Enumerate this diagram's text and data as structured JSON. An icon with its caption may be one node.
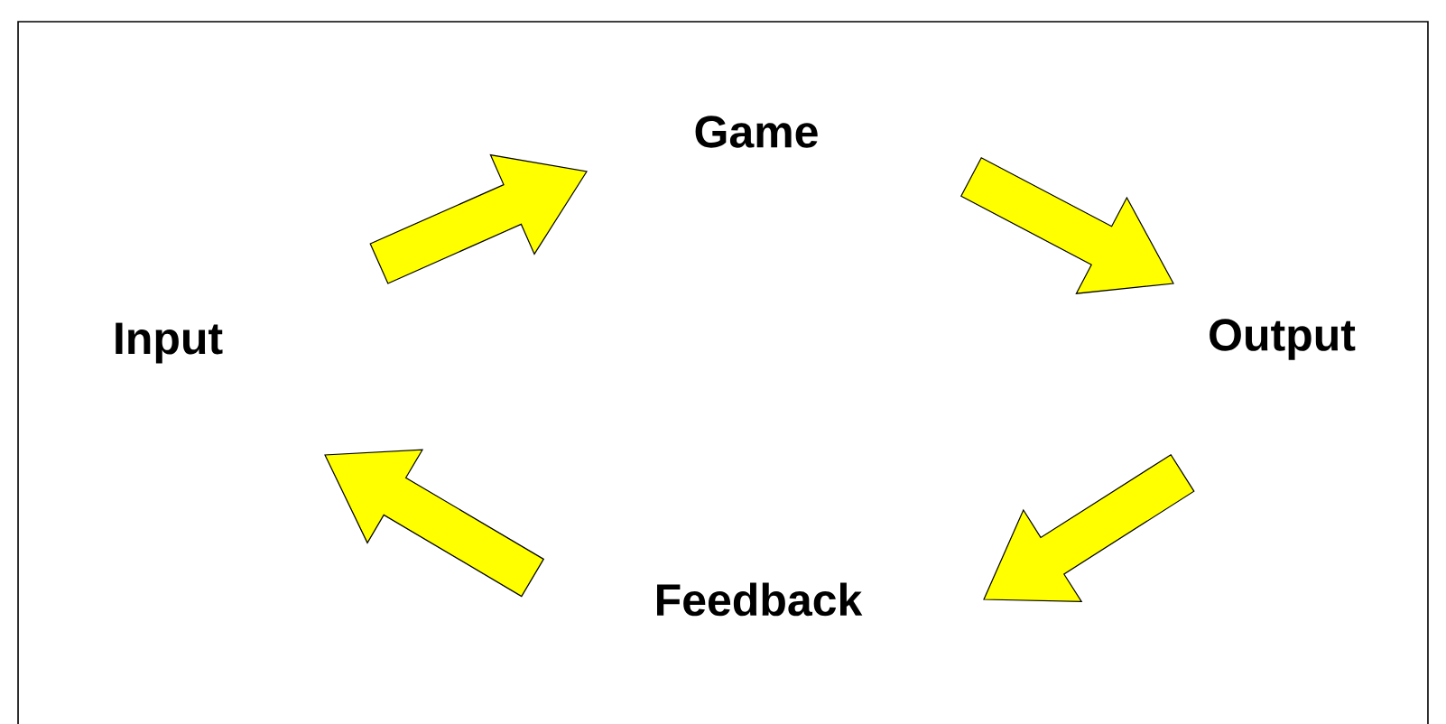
{
  "diagram": {
    "nodes": [
      {
        "text": [
          "Game"
        ]
      },
      {
        "text": [
          "Output"
        ]
      },
      {
        "text": [
          "Feedback"
        ]
      },
      {
        "text": [
          "Input"
        ]
      }
    ],
    "edges": [
      {
        "from": 3,
        "to": 0,
        "arrow": "to"
      },
      {
        "from": 0,
        "to": 1,
        "arrow": "to"
      },
      {
        "from": 1,
        "to": 2,
        "arrow": "to"
      },
      {
        "from": 2,
        "to": 3,
        "arrow": "to"
      }
    ]
  }
}
